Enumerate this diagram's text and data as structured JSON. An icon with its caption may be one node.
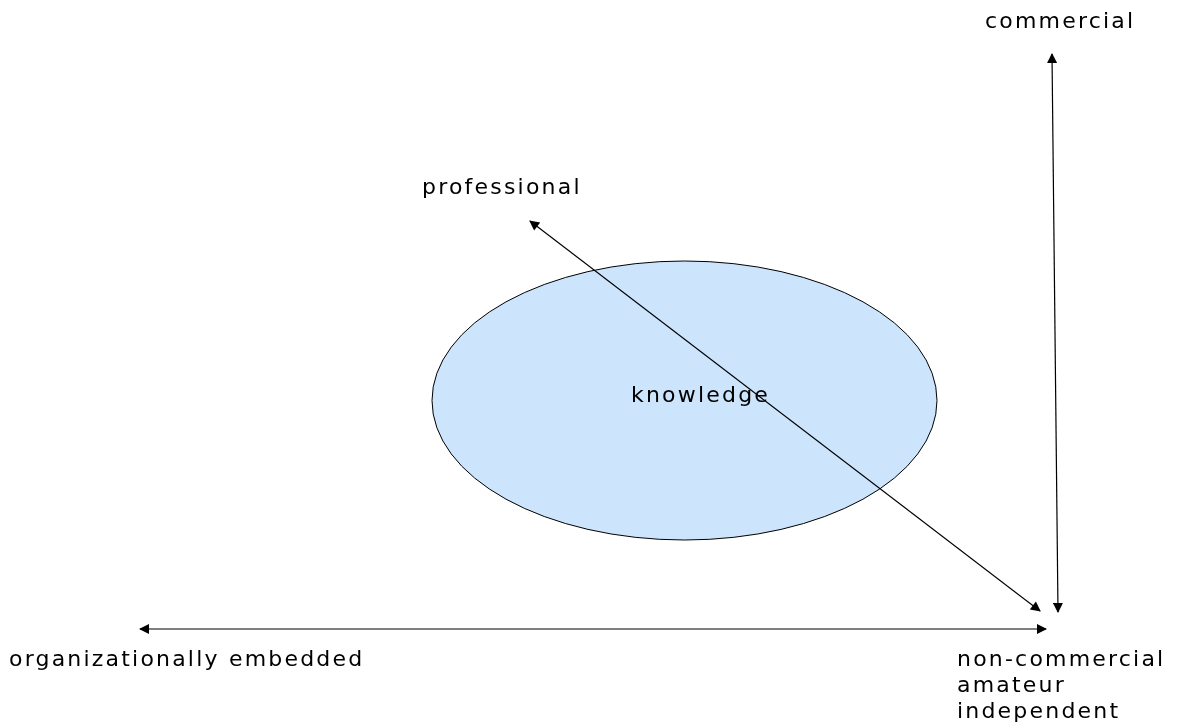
{
  "diagram": {
    "nodes": [
      {
        "text": [
          "knowledge"
        ]
      }
    ],
    "labels": [
      "commercial",
      "professional",
      "organizationally embedded",
      "non-commercial",
      "amateur",
      "independent"
    ]
  }
}
